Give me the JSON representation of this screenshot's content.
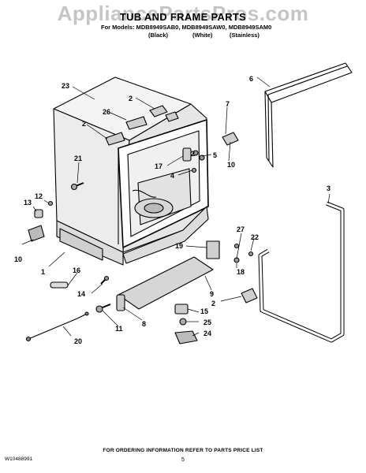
{
  "watermark": "AppliancePartsPros.com",
  "header": {
    "title": "TUB AND FRAME PARTS",
    "models_line": "For Models: MDB8949SAB0, MDB8949SAW0, MDB8949SAM0",
    "variants": [
      "(Black)",
      "(White)",
      "(Stainless)"
    ]
  },
  "callouts": [
    "1",
    "2",
    "2",
    "2",
    "2",
    "3",
    "4",
    "5",
    "6",
    "7",
    "8",
    "9",
    "10",
    "10",
    "11",
    "12",
    "13",
    "14",
    "15",
    "16",
    "17",
    "18",
    "19",
    "20",
    "21",
    "22",
    "23",
    "24",
    "25",
    "26",
    "27"
  ],
  "footer": {
    "part_number": "W10488991",
    "instruction": "FOR ORDERING INFORMATION REFER TO PARTS PRICE LIST",
    "page": "5"
  }
}
